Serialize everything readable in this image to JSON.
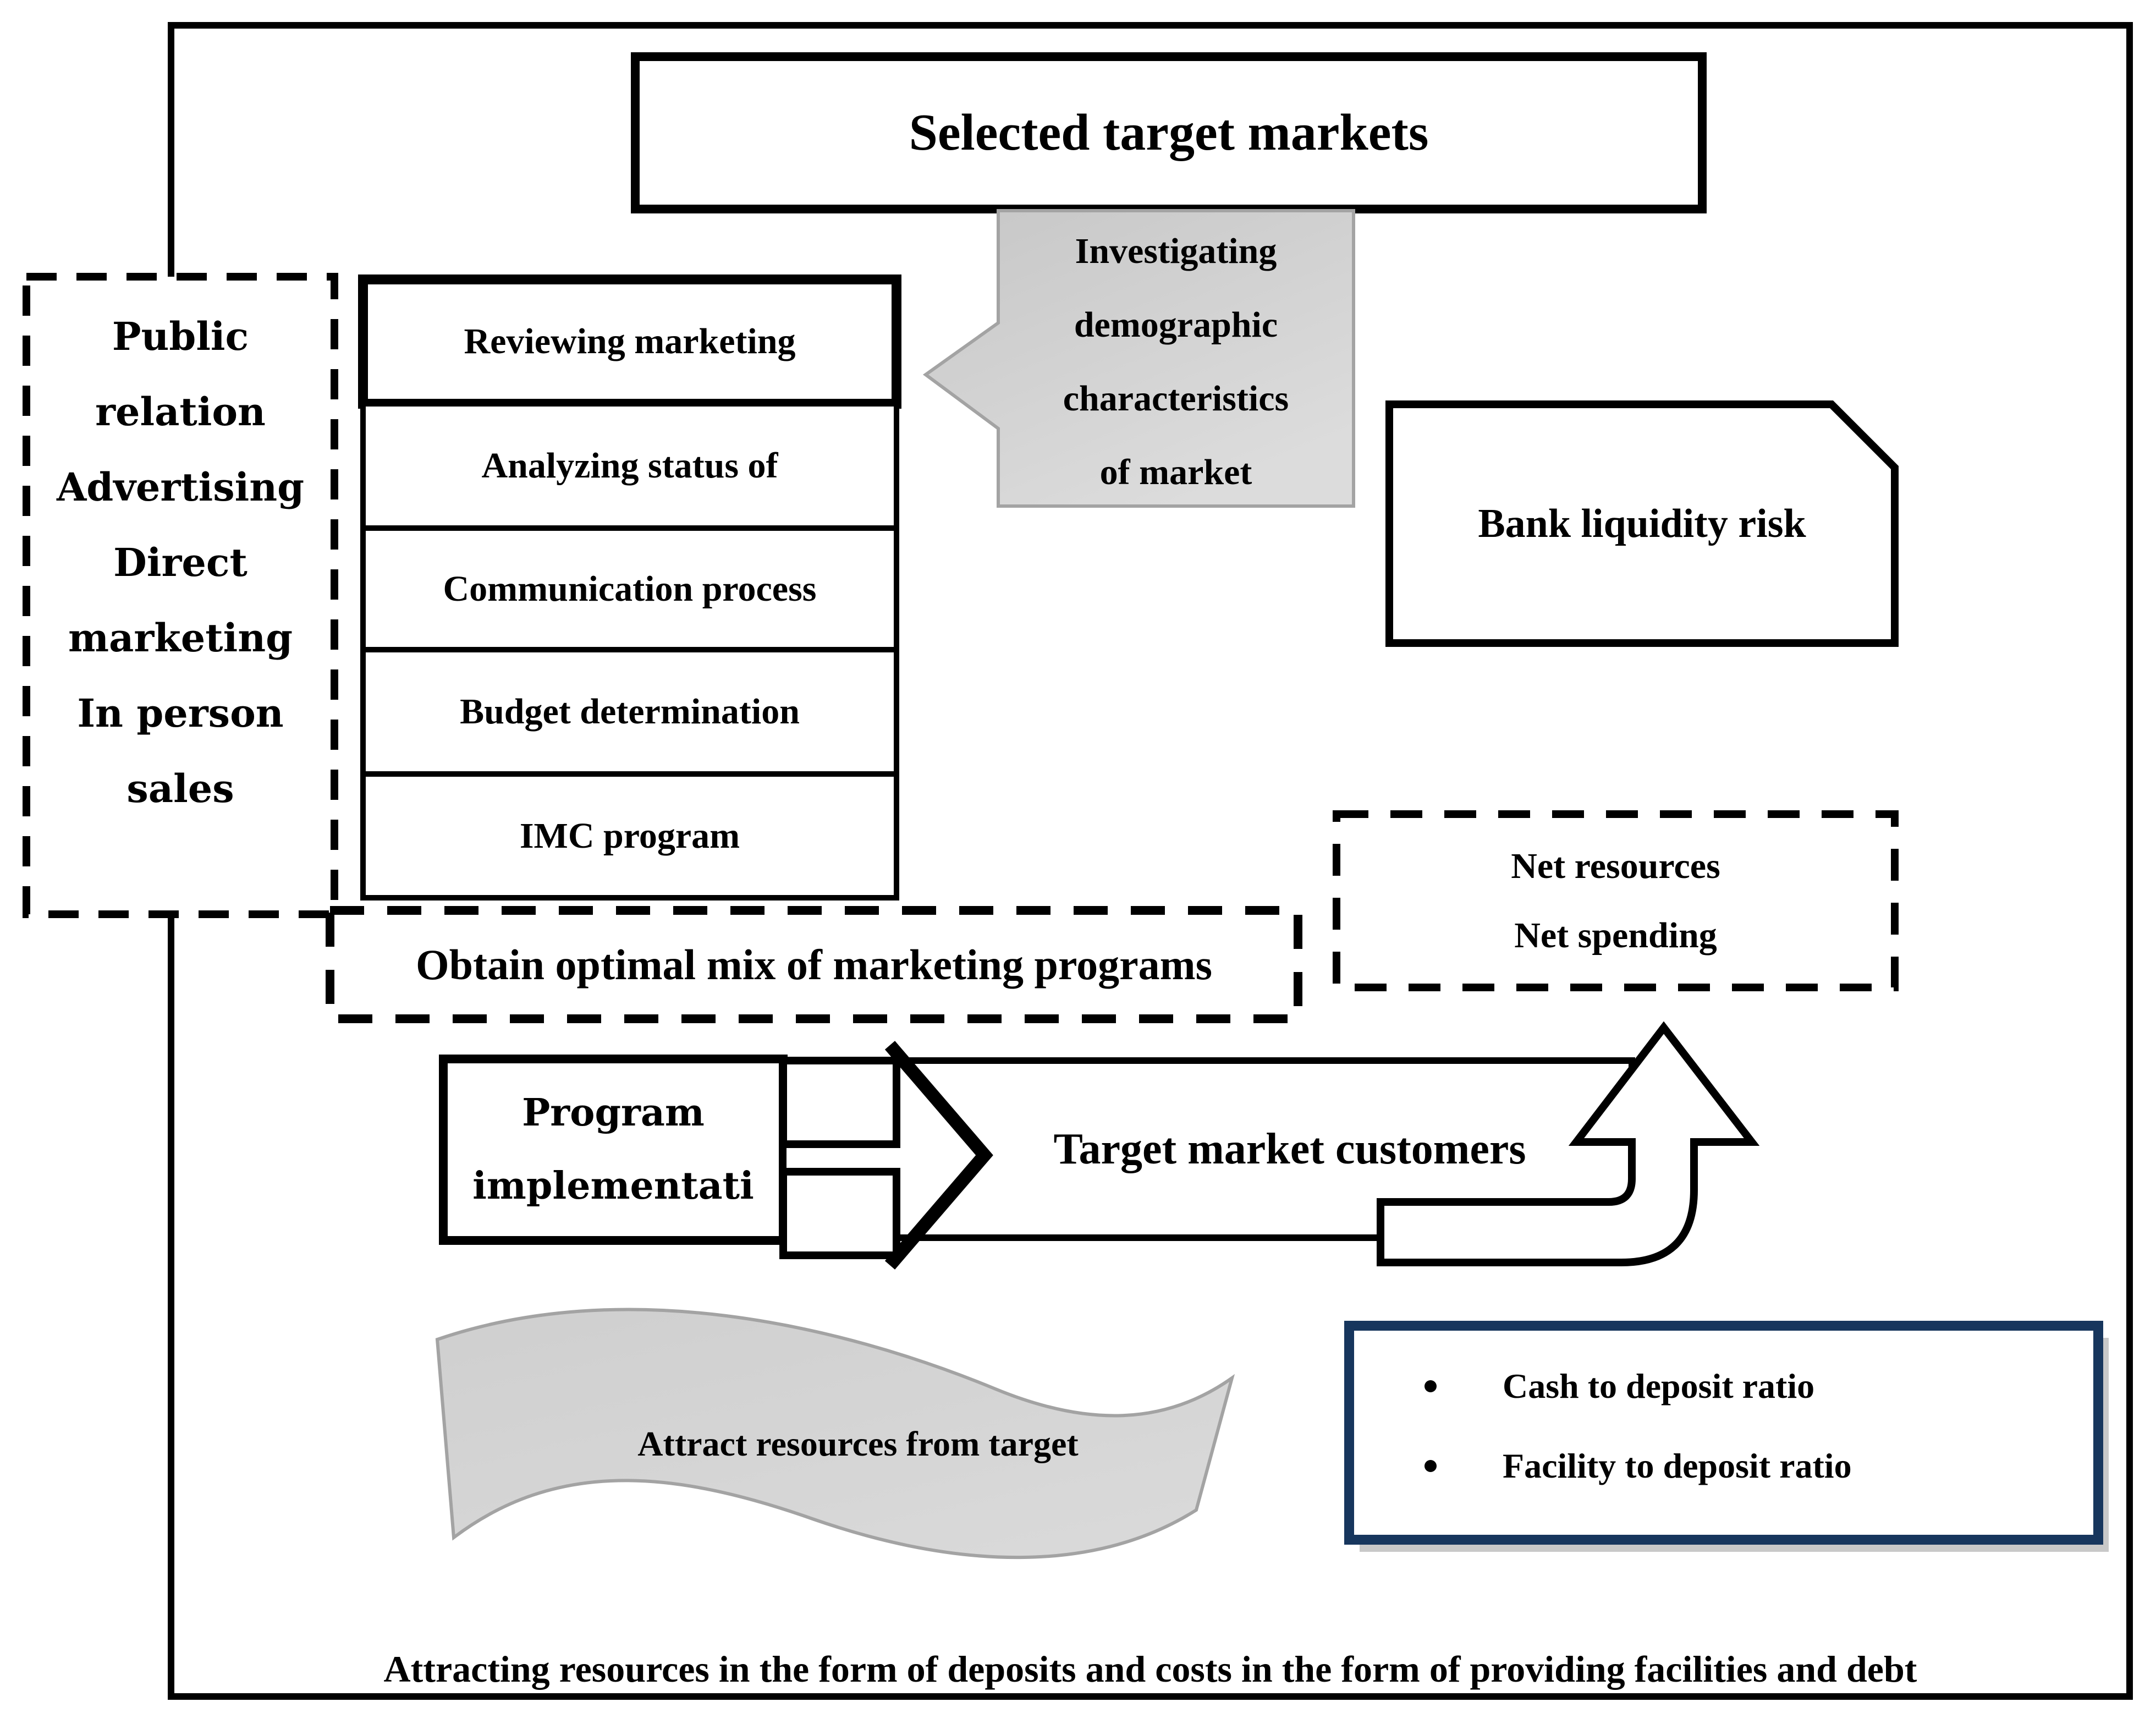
{
  "diagram": {
    "top_box_label": "Selected target markets",
    "left_dashed_box": {
      "lines": [
        "Public",
        "relation",
        "Advertising",
        "Direct",
        "marketing",
        "In person",
        "sales"
      ]
    },
    "middle_column": {
      "steps": [
        "Reviewing marketing",
        "Analyzing status of",
        "Communication process",
        "Budget determination",
        "IMC program"
      ]
    },
    "pentagon": {
      "lines": [
        "Investigating",
        "demographic",
        "characteristics",
        "of market"
      ]
    },
    "bank_risk_label": "Bank liquidity risk",
    "net_dashed_box": {
      "lines": [
        "Net resources",
        "Net spending"
      ]
    },
    "obtain_label": "Obtain optimal mix of marketing programs",
    "program_box": {
      "lines": [
        "Program",
        "implementati"
      ]
    },
    "target_label": "Target market customers",
    "banner_label": "Attract resources from target",
    "ratio_box": {
      "items": [
        "Cash to deposit ratio",
        "Facility to deposit ratio"
      ]
    },
    "bottom_caption": "Attracting resources in the form of deposits and costs in the form of providing facilities and debt"
  },
  "colors": {
    "line_black": "#000000",
    "navy_border": "#17365d",
    "shape_gray_fill": "#d3d3d3",
    "shape_gray_border": "#a3a3a3",
    "shadow_gray": "#9a9a9a"
  }
}
